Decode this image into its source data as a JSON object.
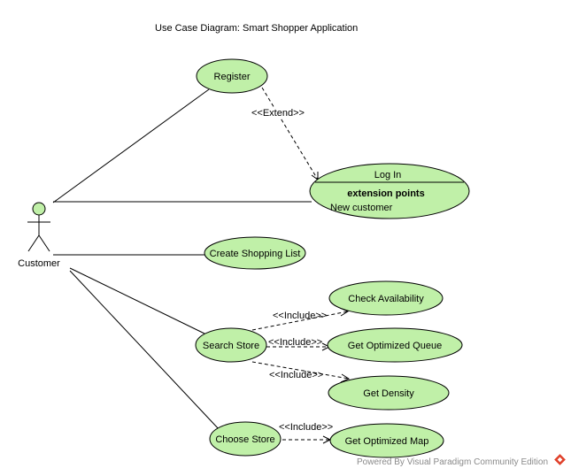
{
  "title": "Use Case Diagram: Smart Shopper Application",
  "actor": {
    "name": "Customer"
  },
  "use_cases": {
    "register": "Register",
    "login": "Log In",
    "login_ext_heading": "extension points",
    "login_ext_item": "New customer",
    "create_list": "Create Shopping List",
    "search_store": "Search Store",
    "check_availability": "Check Availability",
    "get_optimized_queue": "Get Optimized Queue",
    "get_density": "Get Density",
    "choose_store": "Choose Store",
    "get_optimized_map": "Get Optimized Map"
  },
  "relations": {
    "extend": "<<Extend>>",
    "include_1": "<<Include>>",
    "include_2": "<<Include>>",
    "include_3": "<<Include>>",
    "include_4": "<<Include>>"
  },
  "watermark": "Powered By  Visual Paradigm Community Edition",
  "colors": {
    "use_case_fill": "#c0f0a8",
    "stroke": "#000000",
    "watermark_logo": "#e0402a"
  }
}
